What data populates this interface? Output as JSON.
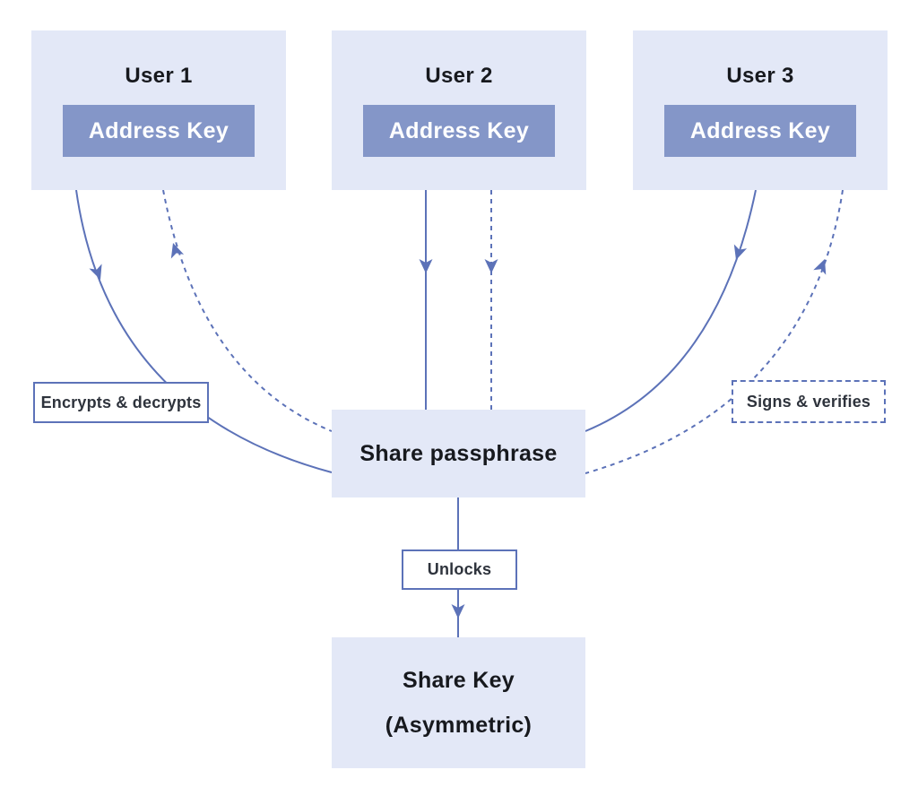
{
  "diagram": {
    "users": [
      {
        "title": "User 1",
        "key_label": "Address Key"
      },
      {
        "title": "User 2",
        "key_label": "Address Key"
      },
      {
        "title": "User 3",
        "key_label": "Address Key"
      }
    ],
    "center": {
      "label": "Share passphrase"
    },
    "bottom": {
      "line1": "Share Key",
      "line2": "(Asymmetric)"
    },
    "edge_labels": {
      "encrypts": "Encrypts & decrypts",
      "signs": "Signs & verifies",
      "unlocks": "Unlocks"
    },
    "legend": {
      "solid_line_meaning": "Encrypts & decrypts",
      "dashed_line_meaning": "Signs & verifies"
    },
    "edges": [
      {
        "from": "User 1",
        "to": "Share passphrase",
        "style": "solid"
      },
      {
        "from": "Share passphrase",
        "to": "User 1",
        "style": "dashed"
      },
      {
        "from": "User 2",
        "to": "Share passphrase",
        "style": "solid"
      },
      {
        "from": "User 2",
        "to": "Share passphrase",
        "style": "dashed"
      },
      {
        "from": "User 3",
        "to": "Share passphrase",
        "style": "solid"
      },
      {
        "from": "Share passphrase",
        "to": "User 3",
        "style": "dashed"
      },
      {
        "from": "Share passphrase",
        "to": "Share Key (Asymmetric)",
        "style": "solid",
        "label": "Unlocks"
      }
    ],
    "colors": {
      "box_fill": "#E3E8F7",
      "key_fill": "#8496C8",
      "line": "#5C72B8",
      "heading_text": "#17191E",
      "label_text": "#2E333C",
      "key_text": "#FFFFFF",
      "bg": "#FFFFFF"
    }
  }
}
